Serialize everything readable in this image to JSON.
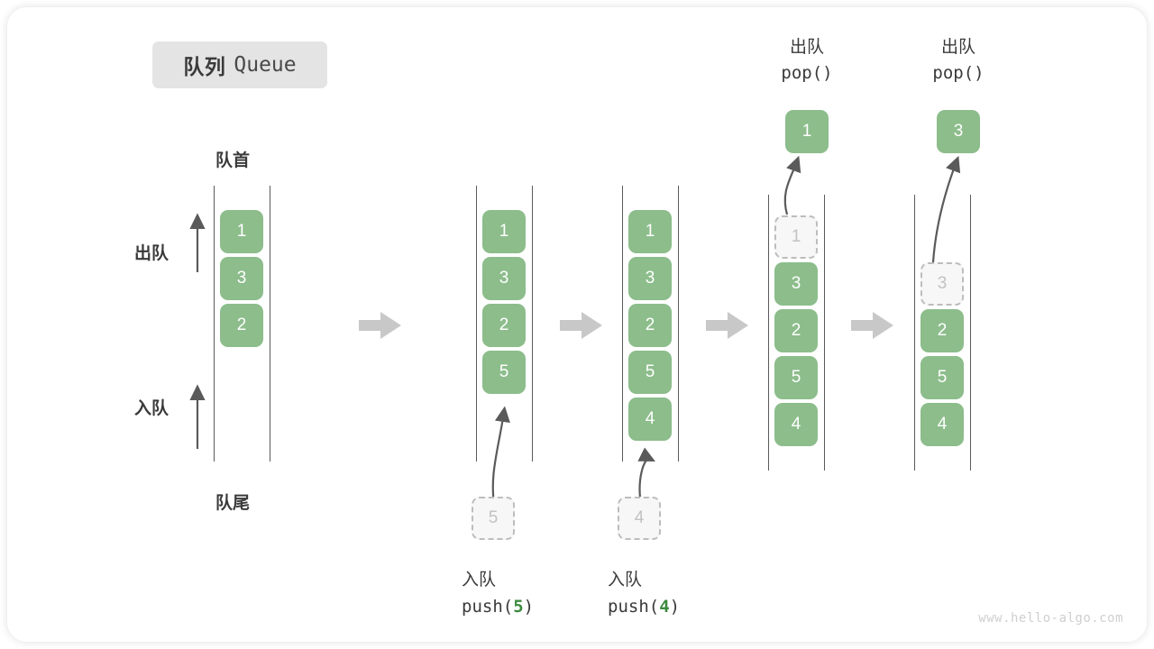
{
  "title": {
    "cn": "队列",
    "en": "Queue"
  },
  "labels": {
    "front": "队首",
    "rear": "队尾",
    "dequeue": "出队",
    "enqueue": "入队"
  },
  "watermark": "www.hello-algo.com",
  "colors": {
    "item_fill": "#8cbd8b",
    "item_text": "#ffffff",
    "ghost_fill": "#f7f7f7",
    "ghost_border": "#bdbdbd",
    "ghost_text": "#c2c2c2",
    "arrow": "#5a5a5a",
    "step_arrow": "#c8c8c8",
    "accent_number": "#3d8b40",
    "badge_bg": "#e4e4e4"
  },
  "steps": [
    {
      "id": "initial",
      "items": [
        "1",
        "3",
        "2"
      ],
      "ghost_index": null,
      "front_label": "队首",
      "rear_label": "队尾",
      "side_arrows": [
        {
          "label": "出队",
          "direction": "up"
        },
        {
          "label": "入队",
          "direction": "up"
        }
      ]
    },
    {
      "id": "push-5",
      "items": [
        "1",
        "3",
        "2",
        "5"
      ],
      "incoming": "5",
      "op_cn": "入队",
      "op_code_prefix": "push(",
      "op_code_value": "5",
      "op_code_suffix": ")"
    },
    {
      "id": "push-4",
      "items": [
        "1",
        "3",
        "2",
        "5",
        "4"
      ],
      "incoming": "4",
      "op_cn": "入队",
      "op_code_prefix": "push(",
      "op_code_value": "4",
      "op_code_suffix": ")"
    },
    {
      "id": "pop-1",
      "items": [
        "1",
        "3",
        "2",
        "5",
        "4"
      ],
      "ghost_index": 0,
      "popped": "1",
      "head_cn": "出队",
      "head_code": "pop()"
    },
    {
      "id": "pop-3",
      "items": [
        "3",
        "2",
        "5",
        "4"
      ],
      "ghost_index": 0,
      "ghost_slot": 1,
      "popped": "3",
      "head_cn": "出队",
      "head_code": "pop()"
    }
  ]
}
